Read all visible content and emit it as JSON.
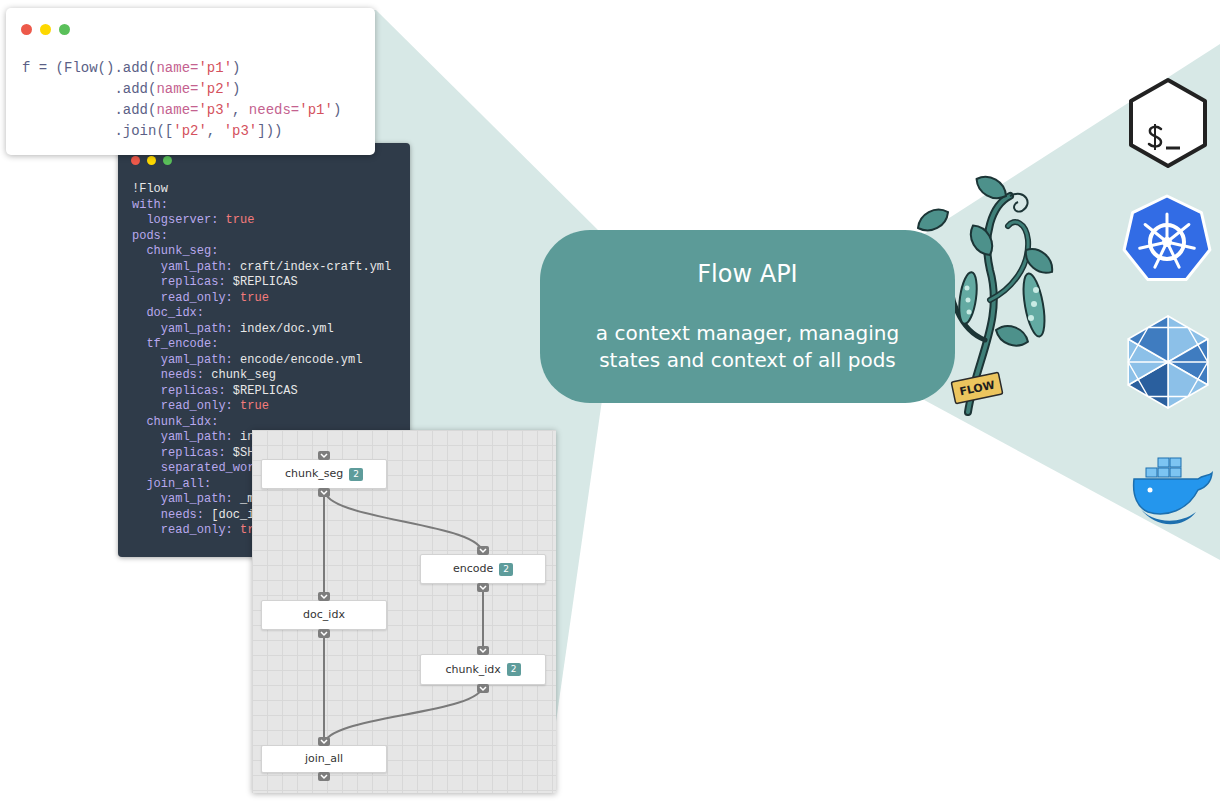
{
  "diagram": {
    "nodes": [
      {
        "text": [
          "f = (Flow().add(name='p1')",
          "           .add(name='p2')",
          "           .add(name='p3', needs='p1')",
          "           .join(['p2', 'p3']))"
        ]
      },
      {
        "text": [
          "!Flow",
          "with:",
          "  logserver: true",
          "pods:",
          "  chunk_seg:",
          "    yaml_path: craft/index-craft.yml",
          "    replicas: $REPLICAS",
          "    read_only: true",
          "  doc_idx:",
          "    yaml_path: index/doc.yml",
          "  tf_encode:",
          "    yaml_path: encode/encode.yml",
          "    needs: chunk_seg",
          "    replicas: $REPLICAS",
          "    read_only: true",
          "  chunk_idx:",
          "    yaml_path: in",
          "    replicas: $SH",
          "    separated_wor",
          "  join_all:",
          "    yaml_path: _m",
          "    needs: [doc_i",
          "    read_only: tr"
        ]
      },
      {
        "text": [
          "chunk_seg",
          "2"
        ]
      },
      {
        "text": [
          "encode",
          "2"
        ]
      },
      {
        "text": [
          "doc_idx"
        ]
      },
      {
        "text": [
          "chunk_idx",
          "2"
        ]
      },
      {
        "text": [
          "join_all"
        ]
      },
      {
        "text": [
          "Flow API",
          "a context manager, managing states and context of all pods"
        ]
      }
    ],
    "edges": [
      {
        "from": 2,
        "to": 4,
        "arrow": "none"
      },
      {
        "from": 2,
        "to": 3,
        "arrow": "none"
      },
      {
        "from": 3,
        "to": 5,
        "arrow": "none"
      },
      {
        "from": 4,
        "to": 6,
        "arrow": "none"
      },
      {
        "from": 5,
        "to": 6,
        "arrow": "none"
      }
    ],
    "labels": [
      "FLOW"
    ]
  }
}
